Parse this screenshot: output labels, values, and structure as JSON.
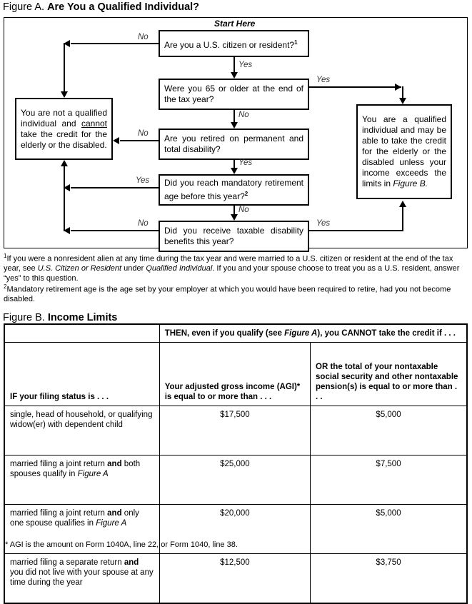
{
  "figureA": {
    "label": "Figure A.",
    "title": "Are You a Qualified Individual?",
    "start_here": "Start Here",
    "boxes": {
      "citizen": "Are you a U.S. citizen or resident?",
      "citizen_footnote_marker": "1",
      "age65": "Were you 65 or older at the end of the tax year?",
      "retired": "Are you retired on permanent and total disability?",
      "mandatory": "Did you reach mandatory retirement age before this year?",
      "mandatory_footnote_marker": "2",
      "benefits": "Did you receive taxable disability benefits this year?",
      "not_qualified_pre": "You are not a qualified individual and ",
      "not_qualified_emph": "cannot",
      "not_qualified_post": " take the credit for the elderly or the disabled.",
      "qualified_pre": "You are a qualified individual and may be able to take the credit for the elderly or the disabled unless your income exceeds the limits in ",
      "qualified_ref": "Figure B."
    },
    "edge_labels": {
      "citizen_no": "No",
      "citizen_yes": "Yes",
      "age65_yes": "Yes",
      "age65_no": "No",
      "retired_no": "No",
      "retired_yes": "Yes",
      "mandatory_yes": "Yes",
      "mandatory_no": "No",
      "benefits_no": "No",
      "benefits_yes": "Yes"
    },
    "footnotes": {
      "one_marker": "1",
      "one_a": "If you were a nonresident alien at any time during the tax year and were married to a U.S. citizen or resident at the end of the tax year, see ",
      "one_it1": "U.S. Citizen or Resident",
      "one_b": " under ",
      "one_it2": "Qualified Individual",
      "one_c": ". If you and your spouse choose to treat you as a U.S. resident, answer “yes” to this question.",
      "two_marker": "2",
      "two_text": "Mandatory retirement age is the age set by your employer at which you would have been required to retire, had you not become disabled."
    }
  },
  "figureB": {
    "label": "Figure B.",
    "title": "Income Limits",
    "header": {
      "spanner_a": "THEN, even if you qualify (see ",
      "spanner_it": "Figure A",
      "spanner_b": "), you CANNOT take the credit if . . .",
      "col_status": "IF your filing status is . . .",
      "col_agi": "Your adjusted gross income (AGI)* is equal to or more than . . .",
      "col_nontaxable": "OR the total of your nontaxable social security and other nontaxable pension(s) is equal to or more than . . ."
    },
    "rows": [
      {
        "status_plain": "single, head of household, or qualifying widow(er) with dependent child",
        "status_bold": "",
        "status_tail": "",
        "status_italic": "",
        "agi": "$17,500",
        "nontaxable": "$5,000"
      },
      {
        "status_plain": "married filing a joint return ",
        "status_bold": "and",
        "status_tail": " both spouses qualify in ",
        "status_italic": "Figure A",
        "agi": "$25,000",
        "nontaxable": "$7,500"
      },
      {
        "status_plain": "married filing a joint return ",
        "status_bold": "and",
        "status_tail": " only one spouse qualifies in ",
        "status_italic": "Figure A",
        "agi": "$20,000",
        "nontaxable": "$5,000"
      },
      {
        "status_plain": "married filing a separate return ",
        "status_bold": "and",
        "status_tail": " you did not live with your spouse at any time during the year",
        "status_italic": "",
        "agi": "$12,500",
        "nontaxable": "$3,750"
      }
    ],
    "footnote": "* AGI is the amount on Form 1040A, line 22, or Form 1040, line 38."
  }
}
